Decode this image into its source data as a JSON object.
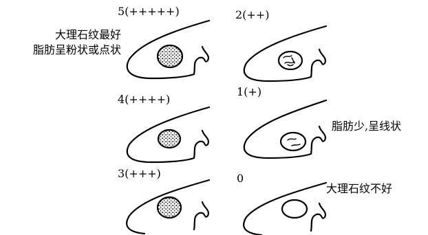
{
  "panels": [
    {
      "grade_label": "5(+++++)",
      "marbling": "dense"
    },
    {
      "grade_label": "2(++)",
      "marbling": "light"
    },
    {
      "grade_label": "4(++++)",
      "marbling": "dense"
    },
    {
      "grade_label": "1(+)",
      "marbling": "trace"
    },
    {
      "grade_label": "3(+++)",
      "marbling": "dense"
    },
    {
      "grade_label": "0",
      "marbling": "none"
    }
  ],
  "notes": {
    "best_line1": "大理石纹最好",
    "best_line2": "脂肪呈粉状或点状",
    "sparse": "脂肪少,呈线状",
    "worst": "大理石纹不好"
  }
}
